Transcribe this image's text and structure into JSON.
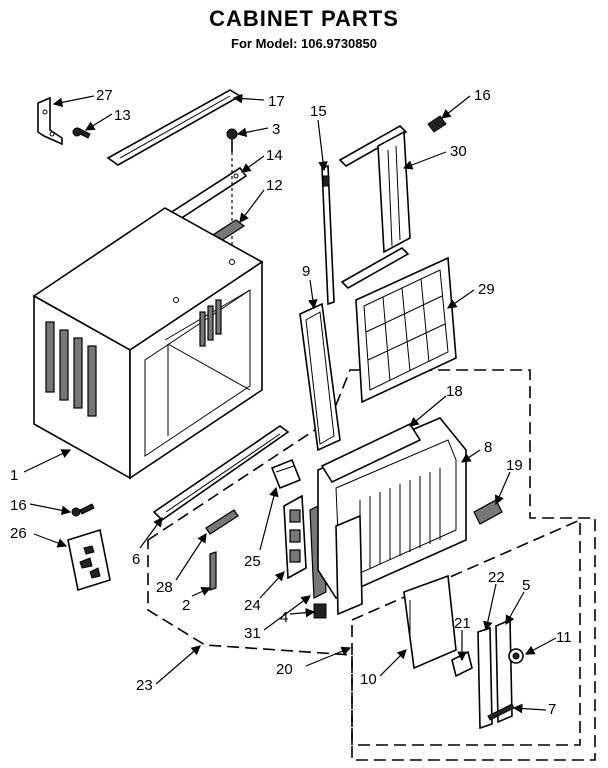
{
  "header": {
    "title": "CABINET PARTS",
    "subtitle": "For Model: 106.9730850"
  },
  "callouts": [
    "27",
    "13",
    "17",
    "3",
    "14",
    "12",
    "15",
    "16",
    "30",
    "9",
    "29",
    "18",
    "8",
    "19",
    "1",
    "16",
    "26",
    "6",
    "28",
    "2",
    "25",
    "24",
    "31",
    "4",
    "20",
    "23",
    "10",
    "21",
    "22",
    "5",
    "11",
    "7"
  ]
}
